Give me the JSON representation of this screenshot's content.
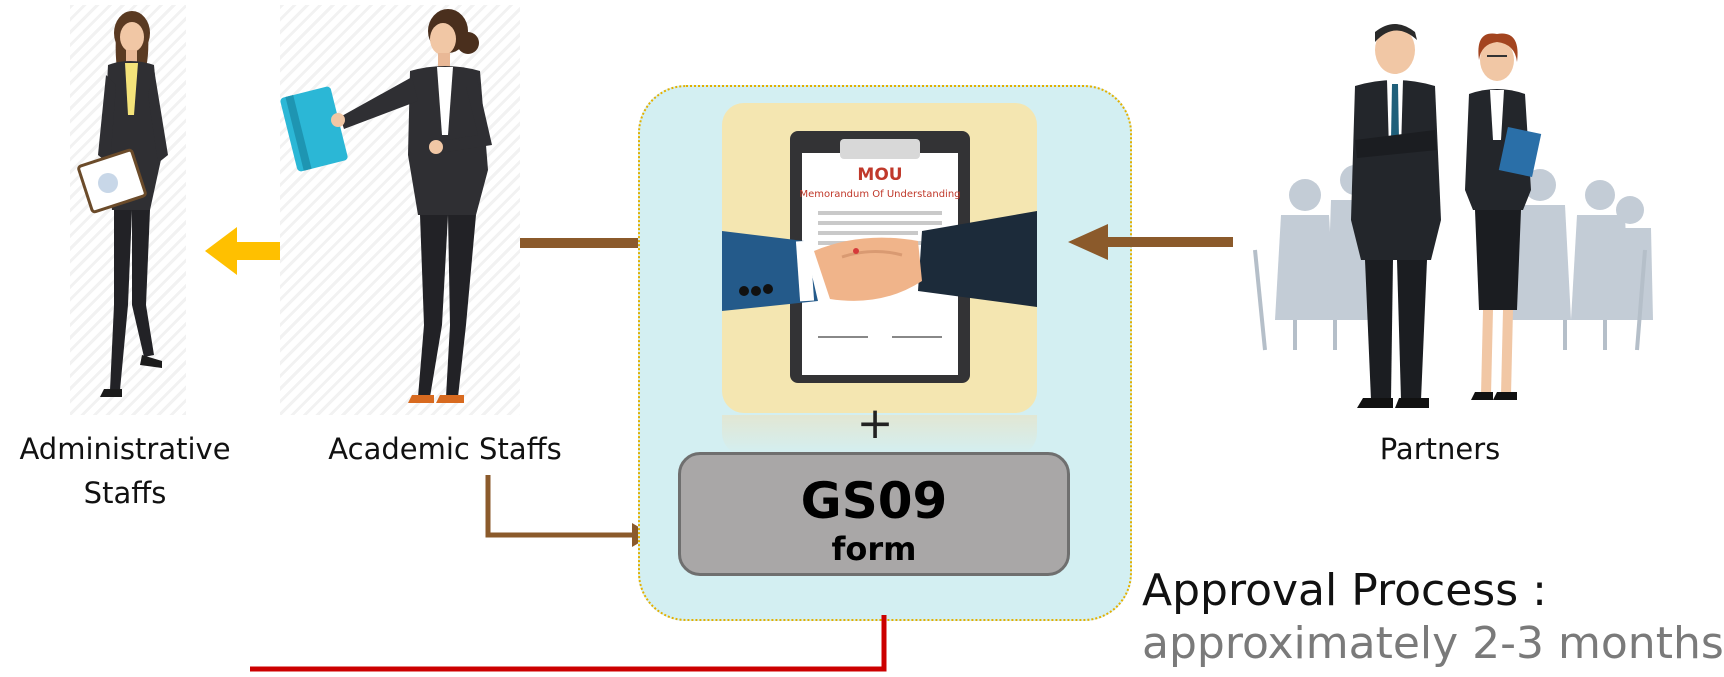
{
  "people": {
    "administrative": {
      "label_line1": "Administrative",
      "label_line2": "Staffs",
      "icon": "businesswoman-clipboard-icon"
    },
    "academic": {
      "label": "Academic Staffs",
      "icon": "businesswoman-folder-icon"
    },
    "partners": {
      "label": "Partners",
      "icon": "business-partners-icon"
    }
  },
  "center": {
    "mou_title": "MOU",
    "mou_subtitle": "Memorandum Of Understanding",
    "plus": "+",
    "form_title": "GS09",
    "form_subtitle": "form",
    "icons": [
      "clipboard-icon",
      "handshake-icon"
    ]
  },
  "approval": {
    "line1": "Approval Process :",
    "line2": "approximately 2-3 months"
  },
  "colors": {
    "panel": "#d3eff2",
    "panel_border": "#e3b000",
    "card": "#f4e6b1",
    "form_box": "#a9a7a7",
    "arrow_brown": "#8b5a2b",
    "arrow_double": "#ffc000",
    "line_red": "#cc0000"
  }
}
